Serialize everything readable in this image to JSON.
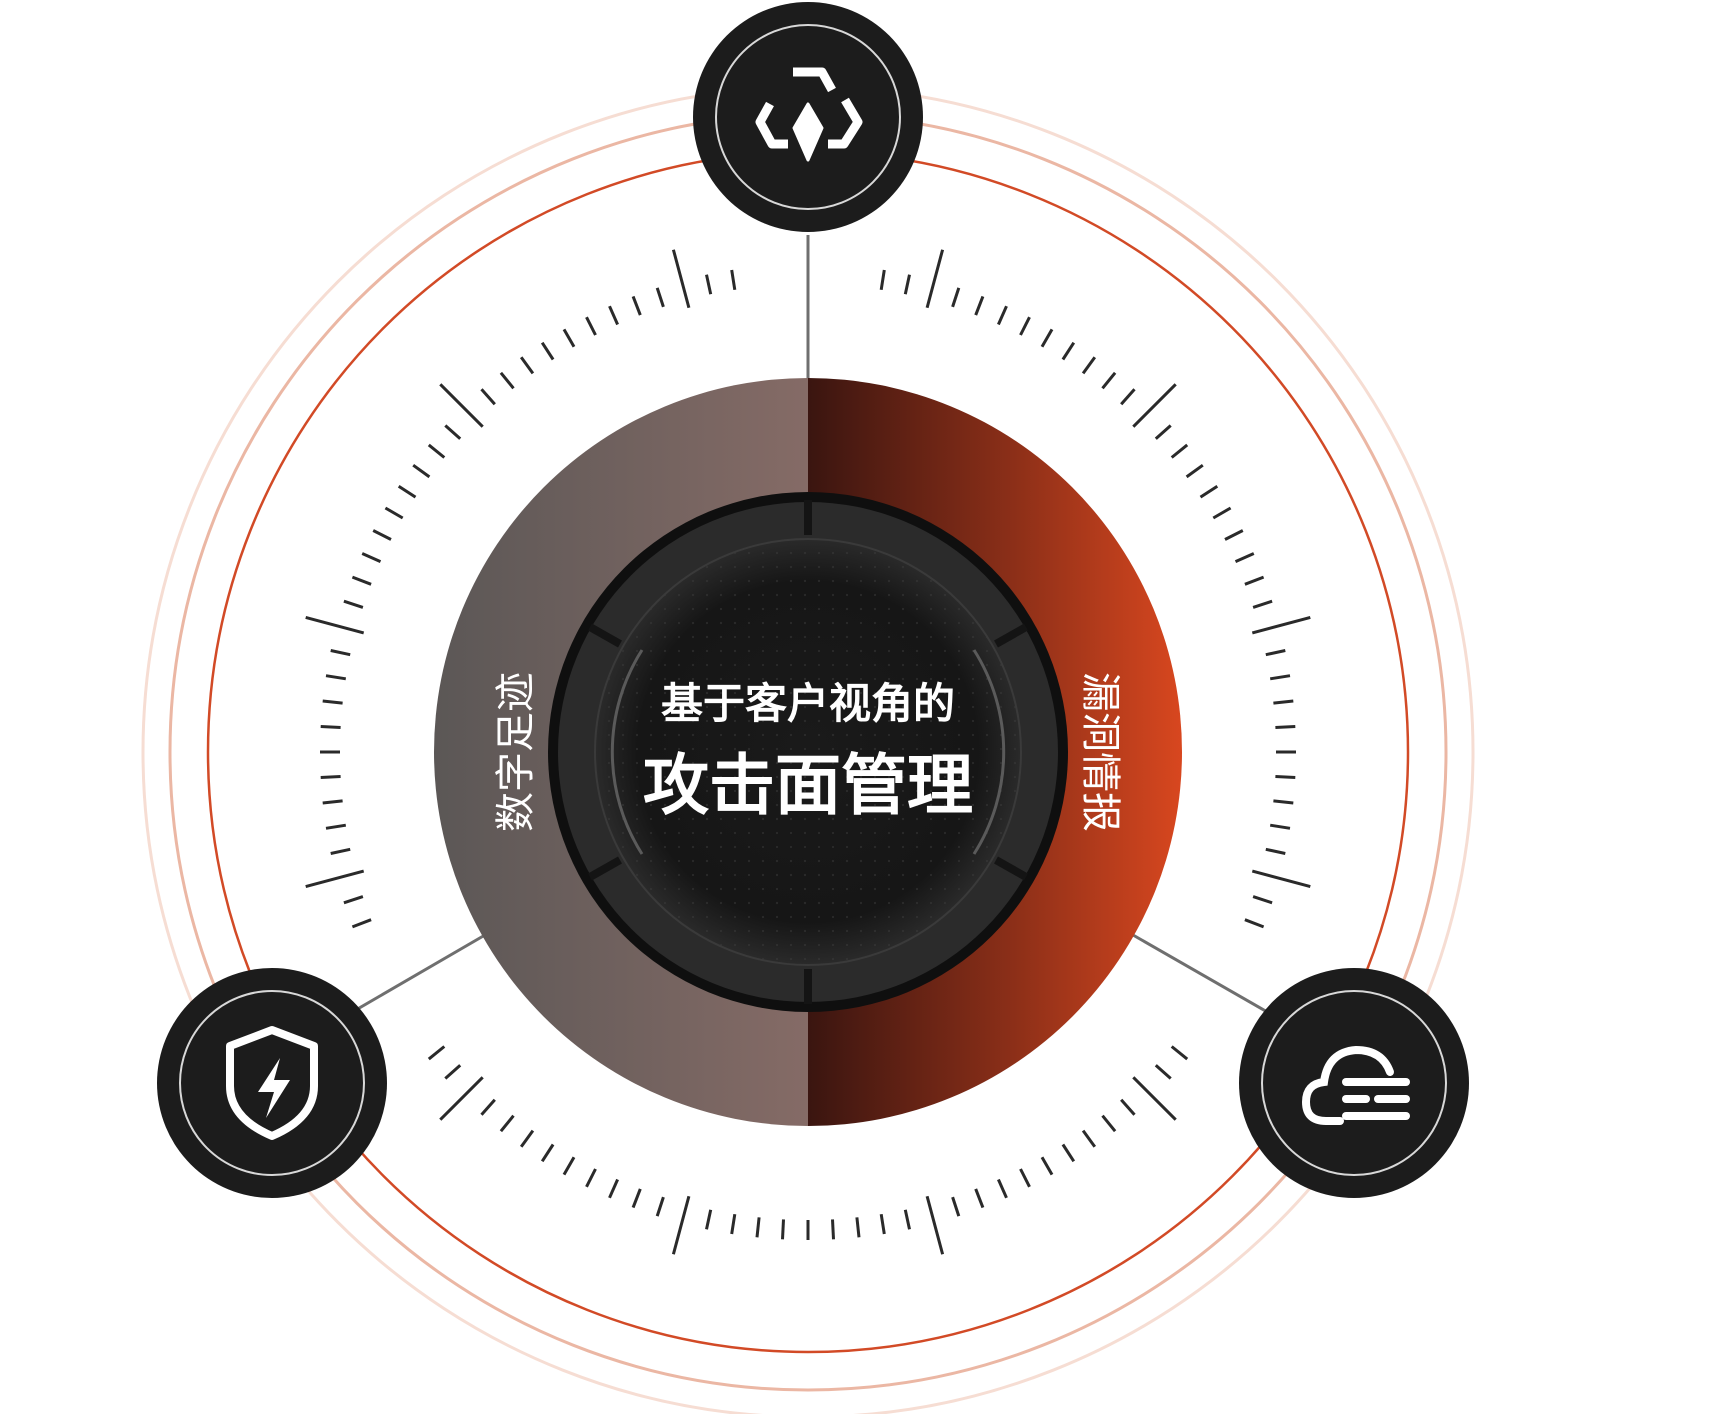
{
  "center": {
    "subtitle": "基于客户视角的",
    "title": "攻击面管理"
  },
  "left_band": {
    "label": "数字足迹",
    "color": "#6f6461"
  },
  "right_band": {
    "label": "漏洞情报",
    "color": "#c9401f"
  },
  "nodes": [
    {
      "icon": "recycle-icon"
    },
    {
      "icon": "shield-lightning-icon"
    },
    {
      "icon": "cloud-firewall-icon"
    }
  ],
  "colors": {
    "accent": "#d24a26",
    "node_fill": "#1c1c1c",
    "core_fill": "#141414"
  }
}
